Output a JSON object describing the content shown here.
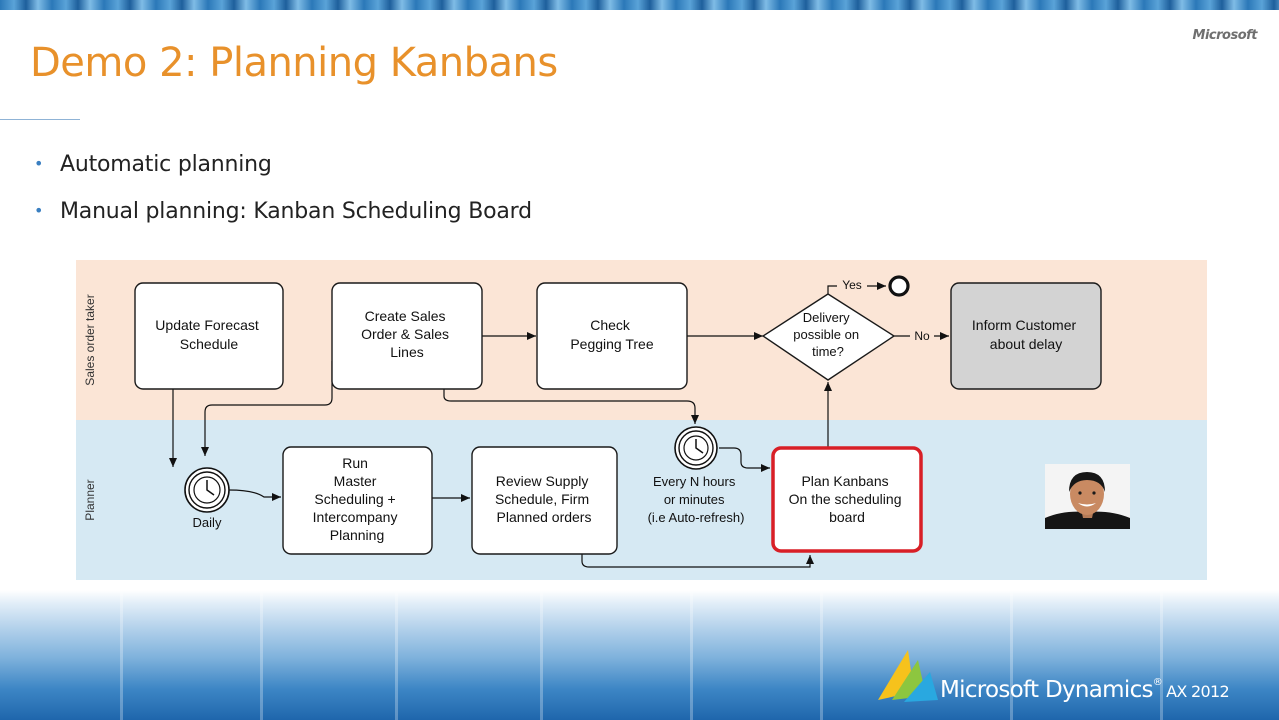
{
  "slide": {
    "title": "Demo 2: Planning Kanbans",
    "brand": "Microsoft",
    "bullets": [
      "Automatic planning",
      "Manual planning: Kanban Scheduling Board"
    ]
  },
  "diagram": {
    "lanes": [
      {
        "label": "Sales order taker",
        "color": "#fbe5d6"
      },
      {
        "label": "Planner",
        "color": "#d6e9f3"
      }
    ],
    "nodes": {
      "update_forecast": [
        "Update Forecast",
        "Schedule"
      ],
      "create_sales_order": [
        "Create Sales",
        "Order & Sales",
        "Lines"
      ],
      "check_pegging": [
        "Check",
        "Pegging Tree"
      ],
      "delivery_decision": [
        "Delivery",
        "possible on",
        "time?"
      ],
      "inform_customer": [
        "Inform Customer",
        "about delay"
      ],
      "run_master": [
        "Run",
        "Master",
        "Scheduling +",
        "Intercompany",
        "Planning"
      ],
      "review_supply": [
        "Review Supply",
        "Schedule, Firm",
        "Planned orders"
      ],
      "plan_kanbans": [
        "Plan Kanbans",
        "On the scheduling",
        "board"
      ]
    },
    "timers": {
      "daily": [
        "Daily"
      ],
      "every_n_hours": [
        "Every N hours",
        "or minutes",
        "(i.e Auto-refresh)"
      ]
    },
    "edge_labels": {
      "yes": "Yes",
      "no": "No"
    },
    "highlight_color": "#d81f26"
  },
  "footer": {
    "product_name": "Microsoft Dynamics",
    "trademark": "®",
    "edition": "AX 2012"
  }
}
